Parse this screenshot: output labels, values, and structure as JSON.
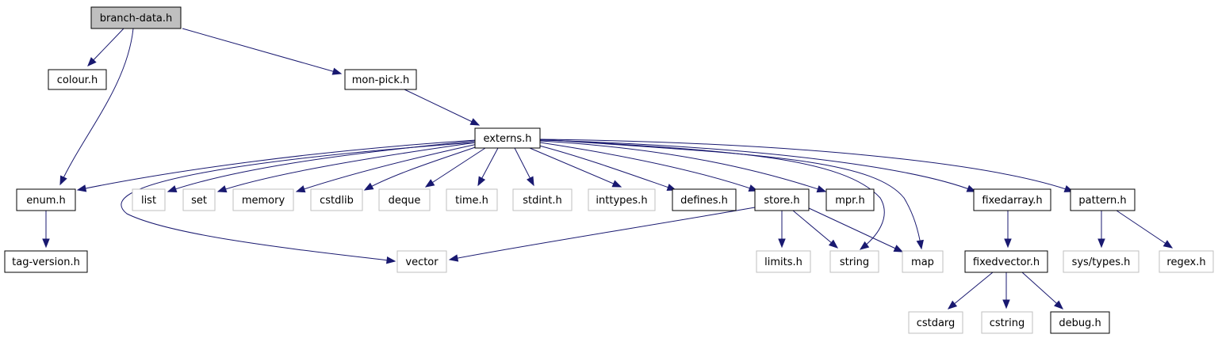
{
  "graph": {
    "colors": {
      "edge": "#191970",
      "root_fill": "#bfbfbf",
      "documented_border": "#000000",
      "external_border": "#bfbfbf"
    },
    "nodes": [
      {
        "id": "branch_data",
        "label": "branch-data.h",
        "kind": "root"
      },
      {
        "id": "colour",
        "label": "colour.h",
        "kind": "documented"
      },
      {
        "id": "mon_pick",
        "label": "mon-pick.h",
        "kind": "documented"
      },
      {
        "id": "externs",
        "label": "externs.h",
        "kind": "documented"
      },
      {
        "id": "enum",
        "label": "enum.h",
        "kind": "documented"
      },
      {
        "id": "list",
        "label": "list",
        "kind": "external"
      },
      {
        "id": "set",
        "label": "set",
        "kind": "external"
      },
      {
        "id": "memory",
        "label": "memory",
        "kind": "external"
      },
      {
        "id": "cstdlib",
        "label": "cstdlib",
        "kind": "external"
      },
      {
        "id": "deque",
        "label": "deque",
        "kind": "external"
      },
      {
        "id": "time",
        "label": "time.h",
        "kind": "external"
      },
      {
        "id": "stdint",
        "label": "stdint.h",
        "kind": "external"
      },
      {
        "id": "inttypes",
        "label": "inttypes.h",
        "kind": "external"
      },
      {
        "id": "defines",
        "label": "defines.h",
        "kind": "documented"
      },
      {
        "id": "store",
        "label": "store.h",
        "kind": "documented"
      },
      {
        "id": "mpr",
        "label": "mpr.h",
        "kind": "documented"
      },
      {
        "id": "fixedarray",
        "label": "fixedarray.h",
        "kind": "documented"
      },
      {
        "id": "pattern",
        "label": "pattern.h",
        "kind": "documented"
      },
      {
        "id": "tag_version",
        "label": "tag-version.h",
        "kind": "documented"
      },
      {
        "id": "vector",
        "label": "vector",
        "kind": "external"
      },
      {
        "id": "limits",
        "label": "limits.h",
        "kind": "external"
      },
      {
        "id": "string",
        "label": "string",
        "kind": "external"
      },
      {
        "id": "map",
        "label": "map",
        "kind": "external"
      },
      {
        "id": "fixedvector",
        "label": "fixedvector.h",
        "kind": "documented"
      },
      {
        "id": "sys_types",
        "label": "sys/types.h",
        "kind": "external"
      },
      {
        "id": "regex",
        "label": "regex.h",
        "kind": "external"
      },
      {
        "id": "cstdarg",
        "label": "cstdarg",
        "kind": "external"
      },
      {
        "id": "cstring",
        "label": "cstring",
        "kind": "external"
      },
      {
        "id": "debug",
        "label": "debug.h",
        "kind": "documented"
      }
    ],
    "edges": [
      {
        "from": "branch_data",
        "to": "colour"
      },
      {
        "from": "branch_data",
        "to": "enum"
      },
      {
        "from": "branch_data",
        "to": "mon_pick"
      },
      {
        "from": "mon_pick",
        "to": "externs"
      },
      {
        "from": "externs",
        "to": "enum"
      },
      {
        "from": "externs",
        "to": "list"
      },
      {
        "from": "externs",
        "to": "set"
      },
      {
        "from": "externs",
        "to": "memory"
      },
      {
        "from": "externs",
        "to": "cstdlib"
      },
      {
        "from": "externs",
        "to": "deque"
      },
      {
        "from": "externs",
        "to": "time"
      },
      {
        "from": "externs",
        "to": "stdint"
      },
      {
        "from": "externs",
        "to": "inttypes"
      },
      {
        "from": "externs",
        "to": "defines"
      },
      {
        "from": "externs",
        "to": "store"
      },
      {
        "from": "externs",
        "to": "mpr"
      },
      {
        "from": "externs",
        "to": "fixedarray"
      },
      {
        "from": "externs",
        "to": "pattern"
      },
      {
        "from": "externs",
        "to": "vector"
      },
      {
        "from": "externs",
        "to": "string"
      },
      {
        "from": "externs",
        "to": "map"
      },
      {
        "from": "enum",
        "to": "tag_version"
      },
      {
        "from": "store",
        "to": "vector"
      },
      {
        "from": "store",
        "to": "limits"
      },
      {
        "from": "store",
        "to": "string"
      },
      {
        "from": "store",
        "to": "map"
      },
      {
        "from": "fixedarray",
        "to": "fixedvector"
      },
      {
        "from": "fixedvector",
        "to": "cstdarg"
      },
      {
        "from": "fixedvector",
        "to": "cstring"
      },
      {
        "from": "fixedvector",
        "to": "debug"
      },
      {
        "from": "pattern",
        "to": "sys_types"
      },
      {
        "from": "pattern",
        "to": "regex"
      }
    ]
  }
}
